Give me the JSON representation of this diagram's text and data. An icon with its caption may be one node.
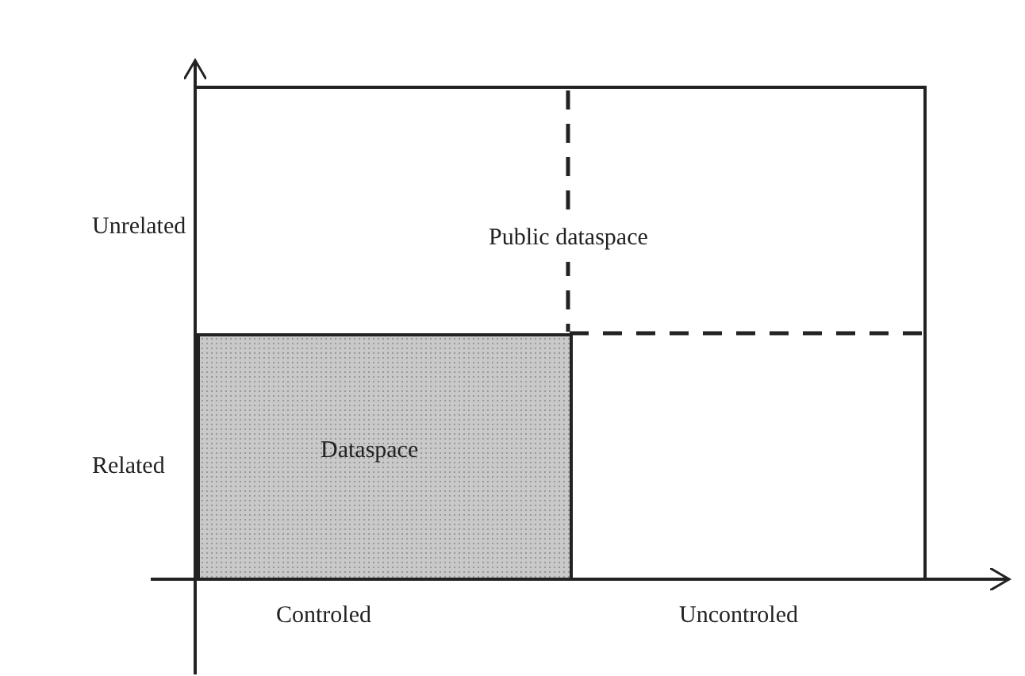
{
  "diagram": {
    "nodes": [
      {
        "text": [
          "Public dataspace"
        ]
      },
      {
        "text": [
          "Dataspace"
        ],
        "in": 0
      }
    ],
    "labels": [
      "Unrelated",
      "Related",
      "Controled",
      "Uncontroled"
    ]
  }
}
